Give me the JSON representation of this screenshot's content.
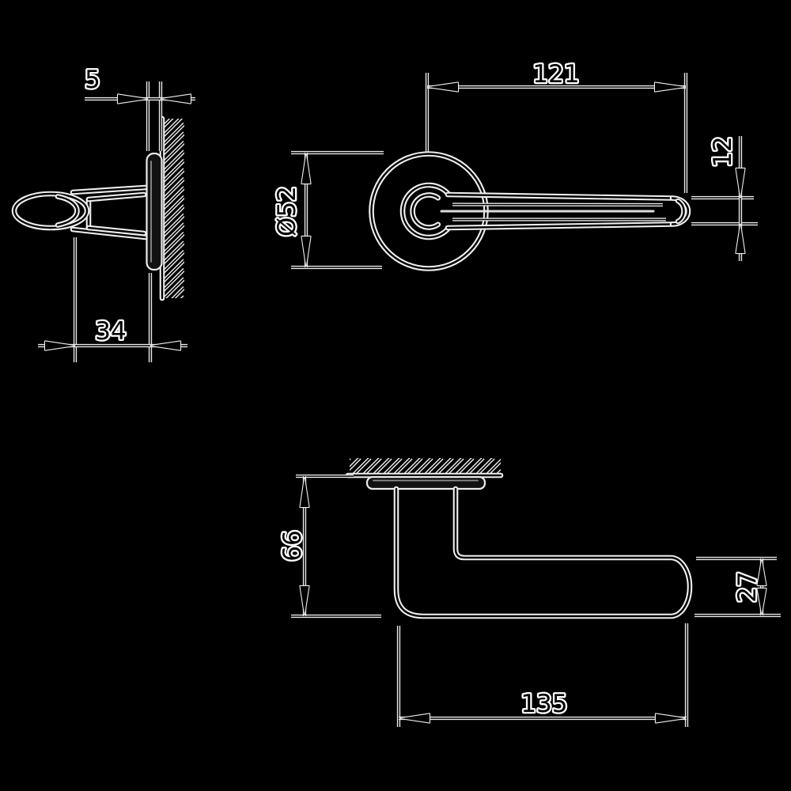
{
  "drawing": {
    "type": "technical-dimension-drawing",
    "subject": "door lever handle on round rose, three orthographic views",
    "background_color": "#000000",
    "line_halo_color": "#f0f0f0",
    "line_core_color": "#000000",
    "dimensions": {
      "side_view": {
        "rose_thickness": "5",
        "base_depth": "34"
      },
      "front_view": {
        "lever_length": "121",
        "lever_end_height": "12",
        "rose_diameter": "Ø52"
      },
      "profile_view": {
        "overall_projection": "66",
        "grip_depth": "27",
        "overall_length": "135"
      }
    }
  }
}
